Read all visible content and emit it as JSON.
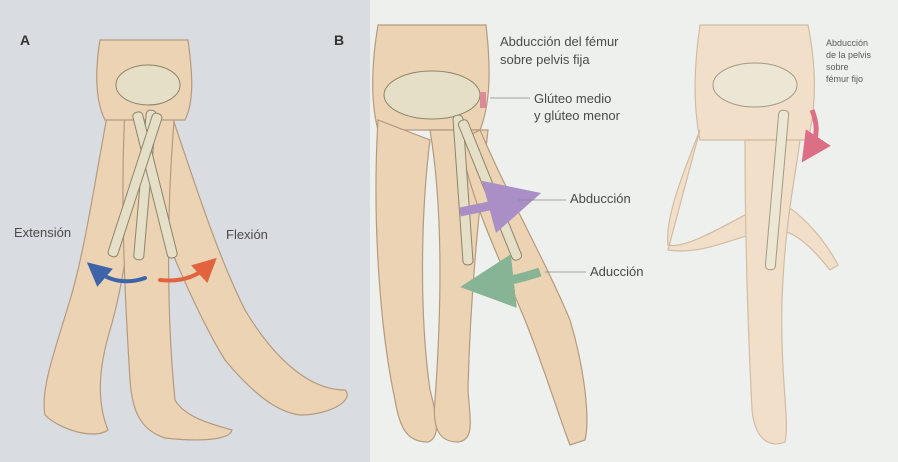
{
  "panel_a": {
    "letter": "A",
    "extension_label": "Extensión",
    "flexion_label": "Flexión"
  },
  "panel_b": {
    "letter": "B",
    "title_line1": "Abducción del fémur",
    "title_line2": "sobre pelvis fija",
    "muscle_line1": "Glúteo medio",
    "muscle_line2": "y glúteo menor",
    "abduction_label": "Abducción",
    "adduction_label": "Aducción"
  },
  "panel_c": {
    "title_lines": [
      "Abducción",
      "de la pelvis",
      "sobre",
      "fémur fijo"
    ]
  },
  "colors": {
    "skin": "#ecd3b4",
    "bone": "#e6dfc8",
    "outline": "#b59a7d",
    "extension_arrow": "#3d63a8",
    "flexion_arrow": "#e2643f",
    "abduction_arrow": "#a98fc6",
    "adduction_arrow": "#86b495",
    "muscle": "#dc8a9a"
  }
}
